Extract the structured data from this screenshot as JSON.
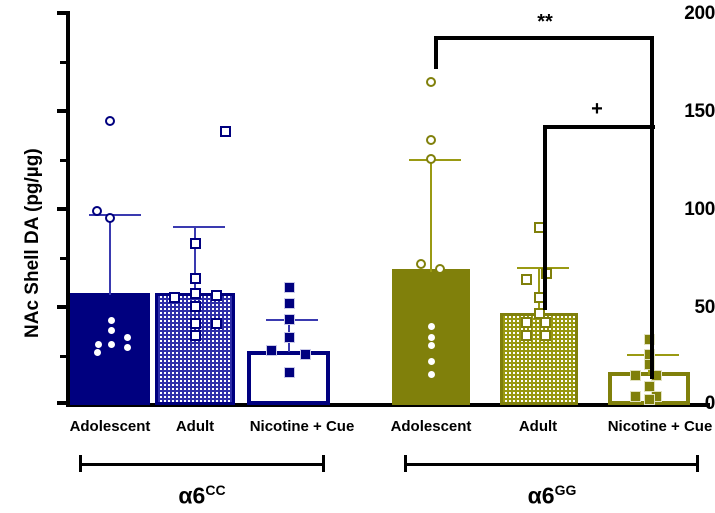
{
  "chart_data": {
    "type": "bar",
    "title": "",
    "xlabel": "",
    "ylabel": "NAc Shell DA (pg/µg)",
    "ylim": [
      0,
      200
    ],
    "ytick_labels": [
      "0",
      "50",
      "100",
      "150",
      "200"
    ],
    "ytick_values": [
      0,
      50,
      100,
      150,
      200
    ],
    "yminor_step": 25,
    "grid": false,
    "legend": "none",
    "categories": [
      "Adolescent",
      "Adult",
      "Nicotine + Cue",
      "Adolescent",
      "Adult",
      "Nicotine + Cue"
    ],
    "groups": [
      {
        "label": "α6",
        "superscript": "CC",
        "categories": [
          "Adolescent",
          "Adult",
          "Nicotine + Cue"
        ]
      },
      {
        "label": "α6",
        "superscript": "GG",
        "categories": [
          "Adolescent",
          "Adult",
          "Nicotine + Cue"
        ]
      }
    ],
    "colors": {
      "navy": "#00007F",
      "olive": "#80800B",
      "axis": "#000000",
      "background": "#FFFFFF"
    },
    "bars": [
      {
        "name": "a6CC Adolescent",
        "value": 57,
        "error_upper": 97,
        "style": "solid-navy",
        "marker": "open-circle-navy",
        "points": [
          143,
          97,
          95,
          43,
          38,
          31,
          29,
          27,
          26
        ]
      },
      {
        "name": "a6CC Adult",
        "value": 57,
        "error_upper": 91,
        "style": "checker-navy",
        "marker": "open-square-navy",
        "points": [
          139,
          82,
          64,
          57,
          56,
          55,
          52,
          44,
          44,
          38
        ]
      },
      {
        "name": "a6CC Nicotine + Cue",
        "value": 27,
        "error_upper": 43,
        "style": "open-navy",
        "marker": "filled-square-navy",
        "points": [
          60,
          52,
          44,
          35,
          27,
          25,
          17
        ]
      },
      {
        "name": "a6GG Adolescent",
        "value": 69,
        "error_upper": 125,
        "style": "solid-olive",
        "marker": "open-circle-olive",
        "points": [
          165,
          135,
          125,
          72,
          69,
          41,
          36,
          34,
          24,
          18
        ]
      },
      {
        "name": "a6GG Adult",
        "value": 47,
        "error_upper": 70,
        "style": "checker-olive",
        "marker": "open-square-olive",
        "points": [
          91,
          68,
          66,
          57,
          49,
          45,
          44,
          38,
          37
        ]
      },
      {
        "name": "a6GG Nicotine + Cue",
        "value": 14,
        "error_upper": 24,
        "style": "solid-olive",
        "marker": "filled-square-olive",
        "points": [
          34,
          26,
          22,
          14,
          10,
          8,
          6,
          2,
          1
        ]
      }
    ],
    "annotations": [
      {
        "label": "**",
        "from": "a6GG Adolescent",
        "to": "a6GG Nicotine + Cue",
        "level": 186
      },
      {
        "label": "+",
        "from": "a6GG Adult",
        "to": "a6GG Nicotine + Cue",
        "level": 143
      }
    ]
  },
  "axis": {
    "ylabel": "NAc Shell DA (pg/µg)",
    "ticks": [
      "200",
      "150",
      "100",
      "50",
      "0"
    ]
  },
  "xlabels": [
    "Adolescent",
    "Adult",
    "Nicotine + Cue",
    "Adolescent",
    "Adult",
    "Nicotine + Cue"
  ],
  "groups": [
    {
      "base": "α6",
      "sup": "CC"
    },
    {
      "base": "α6",
      "sup": "GG"
    }
  ],
  "significance": {
    "high": "**",
    "low": "+"
  }
}
